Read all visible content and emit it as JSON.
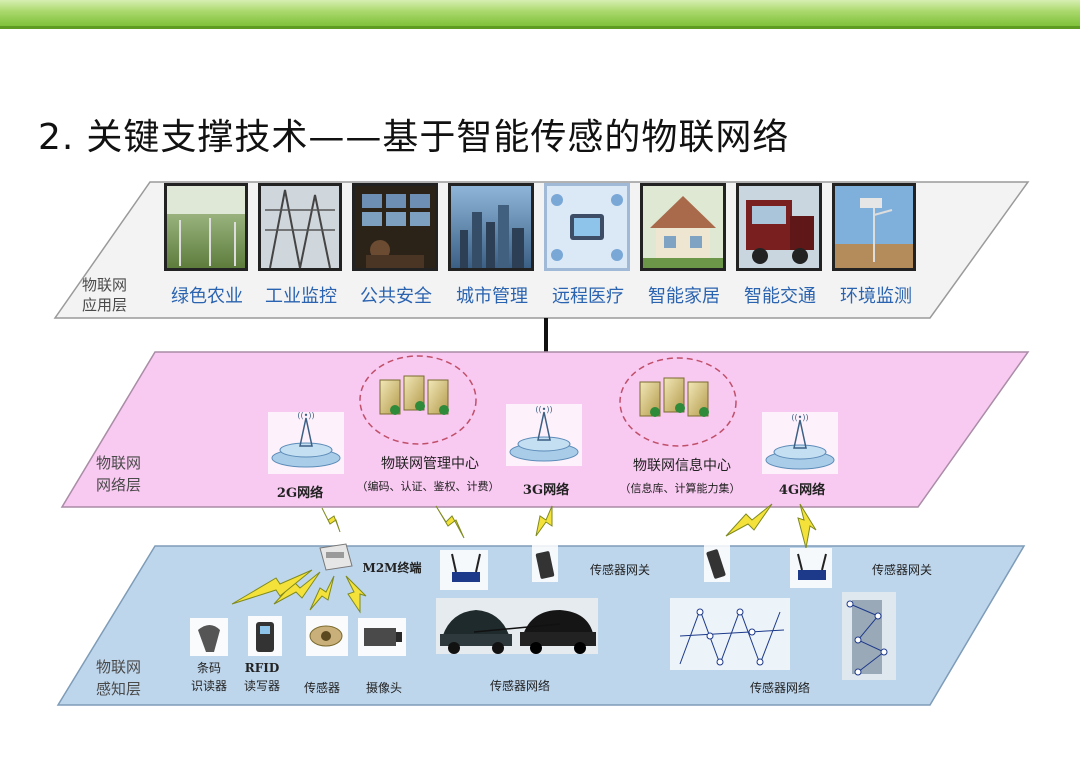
{
  "slide": {
    "number": "2.",
    "title": "关键支撑技术——基于智能传感的物联网络"
  },
  "layers": {
    "application": {
      "label_line1": "物联网",
      "label_line2": "应用层",
      "apps": [
        "绿色农业",
        "工业监控",
        "公共安全",
        "城市管理",
        "远程医疗",
        "智能家居",
        "智能交通",
        "环境监测"
      ]
    },
    "network": {
      "label_line1": "物联网",
      "label_line2": "网络层",
      "towers": [
        "2G网络",
        "3G网络",
        "4G网络"
      ],
      "mgmt_center": "物联网管理中心",
      "mgmt_sub": "（编码、认证、鉴权、计费）",
      "info_center": "物联网信息中心",
      "info_sub": "（信息库、计算能力集）"
    },
    "perception": {
      "label_line1": "物联网",
      "label_line2": "感知层",
      "m2m": "M2M终端",
      "gateway_1": "传感器网关",
      "gateway_2": "传感器网关",
      "device_barcode_1": "条码",
      "device_barcode_2": "识读器",
      "device_rfid_1": "RFID",
      "device_rfid_2": "读写器",
      "device_sensor": "传感器",
      "device_camera": "摄像头",
      "sensor_net_1": "传感器网络",
      "sensor_net_2": "传感器网络"
    }
  },
  "colors": {
    "app_layer": "#f3f3f3",
    "network_layer": "#f8c9f1",
    "perception_layer": "#bed6ec",
    "app_label": "#2a63b0",
    "layer_label": "#4a4a4a"
  }
}
